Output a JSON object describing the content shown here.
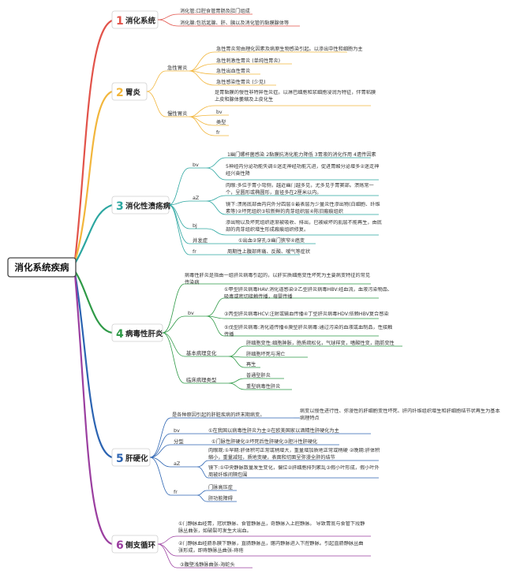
{
  "root": {
    "label": "消化系统疾病"
  },
  "branches": [
    {
      "num": "1",
      "name": "消化系统",
      "color": "#e2534a",
      "items": [
        "消化管:口腔食管胃肠及肛门组成",
        "消化腺:包括涎腺、肝、胰以及消化管的黏膜腺体等"
      ]
    },
    {
      "num": "2",
      "name": "胃炎",
      "color": "#f2b63c",
      "sub1": {
        "label": "急性胃炎",
        "items": [
          "急性胃炎常由理化因素及病原生物感染引起。以渗出中性和细胞为主",
          "急性刺激性胃炎 (单纯性胃炎)",
          "急性出血性胃炎",
          "急性感染性胃炎 (少见)"
        ]
      },
      "sub2": {
        "label": "慢性胃炎",
        "items": [
          "是胃黏膜的慢性非特异性炎症。以淋巴细胞和浆细胞浸润为特征，伴胃粘膜上皮和腺体萎缩及上皮化生",
          "bv",
          "类型",
          "fr"
        ]
      }
    },
    {
      "num": "3",
      "name": "消化性溃疡病",
      "color": "#2ba6a0",
      "bv": {
        "label": "bv",
        "items": [
          "1幽门螺杆菌感染 2黏膜抗消化能力降低 3胃液的消化作用 4遗传因素",
          "5神经内分泌功能失调①迷走神经功能亢进，促进胃酸分泌增多②迷走神经兴奋性降"
        ]
      },
      "az": {
        "label": "aZ",
        "items": [
          "肉眼:多位于胃小弯侧，越近幽门越多见，尤多见于胃窦部。溃疡常一个，呈圆形或椭圆形，直径多在2厘米以内。",
          "镜下:溃疡底部由内向外分四层①最表层为少量炎性渗出物(白细胞、纤维素等)②坏死组织③较新鲜的肉芽组织层④陈旧瘢痕组织"
        ]
      },
      "bj": {
        "label": "bj",
        "items": [
          "渗出物以及坏死组织逐渐被吸收、排出，已被破坏的肌层不能再生，由底部的肉芽组织增生形成瘢痕组织修复。"
        ]
      },
      "bfz": {
        "label": "并发症",
        "items": [
          "①出血②穿孔③幽门狭窄④癌变"
        ]
      },
      "fr": {
        "label": "fr",
        "items": [
          "周期性上腹部疼痛、反酸、嗳气等症状"
        ]
      }
    },
    {
      "num": "4",
      "name": "病毒性肝炎",
      "color": "#2f9a47",
      "intro": "病毒性肝炎是指由一组肝炎病毒引起的，以肝实质细胞变性坏死为主要病变特征的常见传染病",
      "bv": {
        "label": "bv",
        "items": [
          "①甲型肝炎病毒HAV:消化道感染②乙型肝炎病毒HBV:经血流，血液污染物品、吸毒或密切接触传播，母婴传播",
          "③丙型肝炎病毒HCV:注射或输血传播④丁型肝炎病毒HDV:依赖HBV复合感染",
          "⑤戊型肝炎病毒:消化道传播⑥庚型肝炎病毒:通过污染的血液或血制品，性接触传播"
        ]
      },
      "basic": {
        "label": "基本病理变化",
        "items": [
          "肝细胞变性:细胞肿胀，胞质疏松化，气球样变，嗜酸性变，脂肪变性",
          "肝细胞坏死与凋亡",
          "再生"
        ]
      },
      "clinical": {
        "label": "临床病理类型",
        "items": [
          "普通型肝炎",
          "重型病毒性肝炎"
        ]
      }
    },
    {
      "num": "5",
      "name": "肝硬化",
      "color": "#2c64b2",
      "intro": {
        "text": "是各种原因引起的肝脏疾病的终末期病变。",
        "detail": "病变以慢性进行性、弥漫性的肝细胞变性坏死、肝内纤维组织增生和肝细胞结节状再生为基本病理特点"
      },
      "bv": {
        "label": "bv",
        "items": [
          "①在我国以病毒性肝炎为主②在欧美国家以酒精性肝硬化为主"
        ]
      },
      "fx": {
        "label": "分型",
        "items": [
          "①门脉性肝硬化②坏死后性肝硬化③胆汁性肝硬化"
        ]
      },
      "az": {
        "label": "aZ",
        "items": [
          "肉眼观:①早期:肝体积可正常或稍增大，重量增加质地正常或稍硬 ②晚期:肝体积缩小，重量减轻，质地变硬，表面和切面呈弥漫全肝的结节",
          "镜下:①中央静脉数量发生变化，偏位②肝细胞排列紊乱③假小叶形成，假小叶外周被纤维间隔包围"
        ]
      },
      "fr": {
        "label": "fr",
        "items": [
          "门脉高压症",
          "肝功能障碍"
        ]
      }
    },
    {
      "num": "6",
      "name": "侧支循环",
      "color": "#9b3fa0",
      "items": [
        "①门静脉血经胃，冠状静脉、食管静脉丛，奇静脉入上腔静脉。 导致胃底与食管下段静脉丛曲张，如破裂可发生大出血。",
        "②门静脉血经肠系膜下静脉，直肠静脉丛，髂内静脉进入下腔静脉。引起直肠静脉丛曲张形成，即痔静脉丛曲张-痔疮",
        "③腹壁浅静脉曲张-海蛇头"
      ]
    }
  ]
}
